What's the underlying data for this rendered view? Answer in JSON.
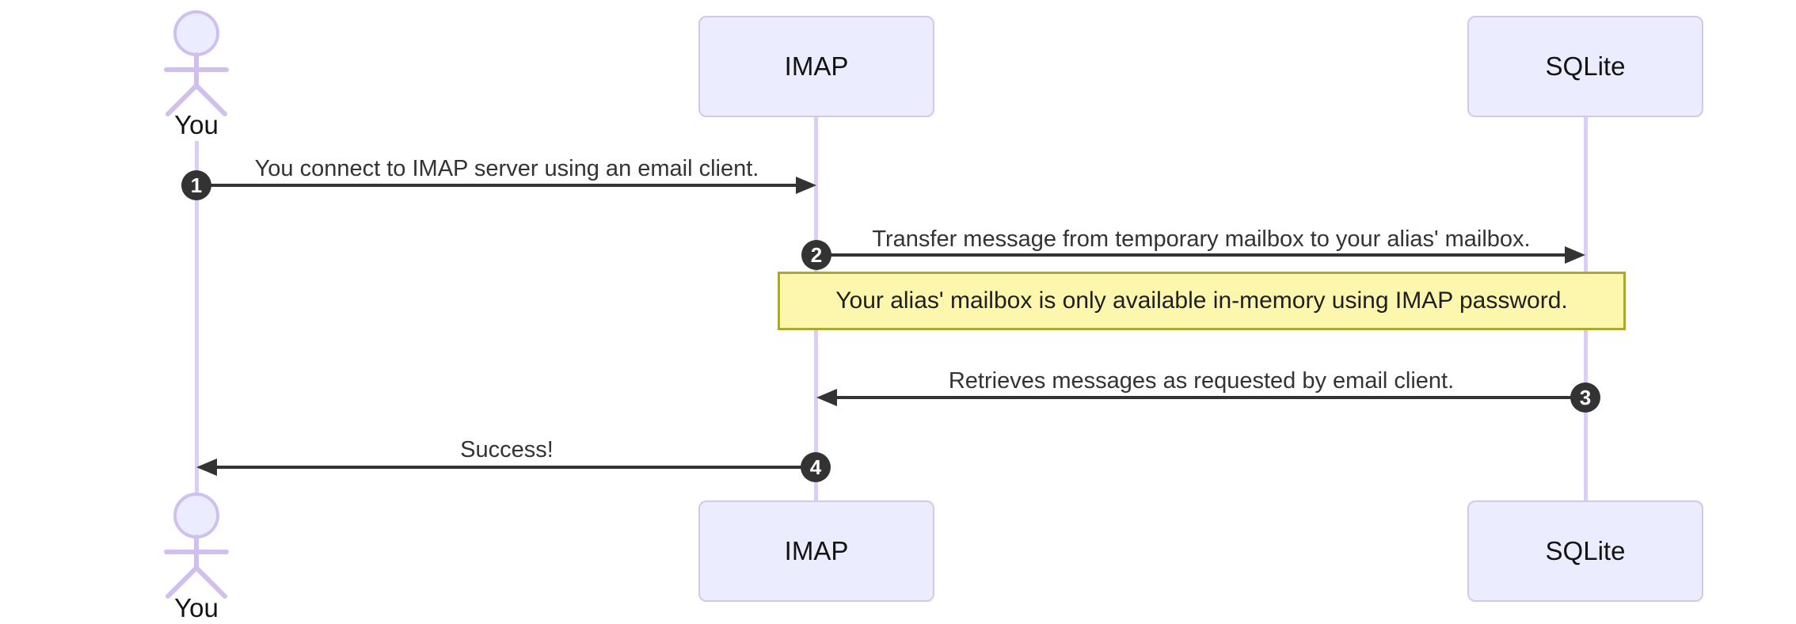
{
  "diagram": {
    "type": "sequence",
    "actors": [
      {
        "id": "you",
        "label": "You",
        "kind": "actor"
      },
      {
        "id": "imap",
        "label": "IMAP",
        "kind": "participant"
      },
      {
        "id": "sqlite",
        "label": "SQLite",
        "kind": "participant"
      }
    ],
    "messages": [
      {
        "seq": "1",
        "from": "You",
        "to": "IMAP",
        "direction": "right",
        "text": "You connect to IMAP server using an email client."
      },
      {
        "seq": "2",
        "from": "IMAP",
        "to": "SQLite",
        "direction": "right",
        "text": "Transfer message from temporary mailbox to your alias' mailbox."
      },
      {
        "seq": "3",
        "from": "SQLite",
        "to": "IMAP",
        "direction": "left",
        "text": "Retrieves messages as requested by email client."
      },
      {
        "seq": "4",
        "from": "IMAP",
        "to": "You",
        "direction": "left",
        "text": "Success!"
      }
    ],
    "note": {
      "over": "IMAP,SQLite",
      "text": "Your alias' mailbox is only available in-memory using IMAP password."
    }
  },
  "theme": {
    "actor_fill": "#ECECFF",
    "actor_border": "#d2c7ec",
    "figure_stroke": "#cfc0f0",
    "lifeline": "#dbcef3",
    "arrow": "#333333",
    "badge_fill": "#333333",
    "badge_text": "#ffffff",
    "note_fill": "#fdf6ad",
    "note_border": "#aaaa33",
    "message_text": "#333333",
    "label_text": "#131313",
    "bg": "#ffffff"
  }
}
